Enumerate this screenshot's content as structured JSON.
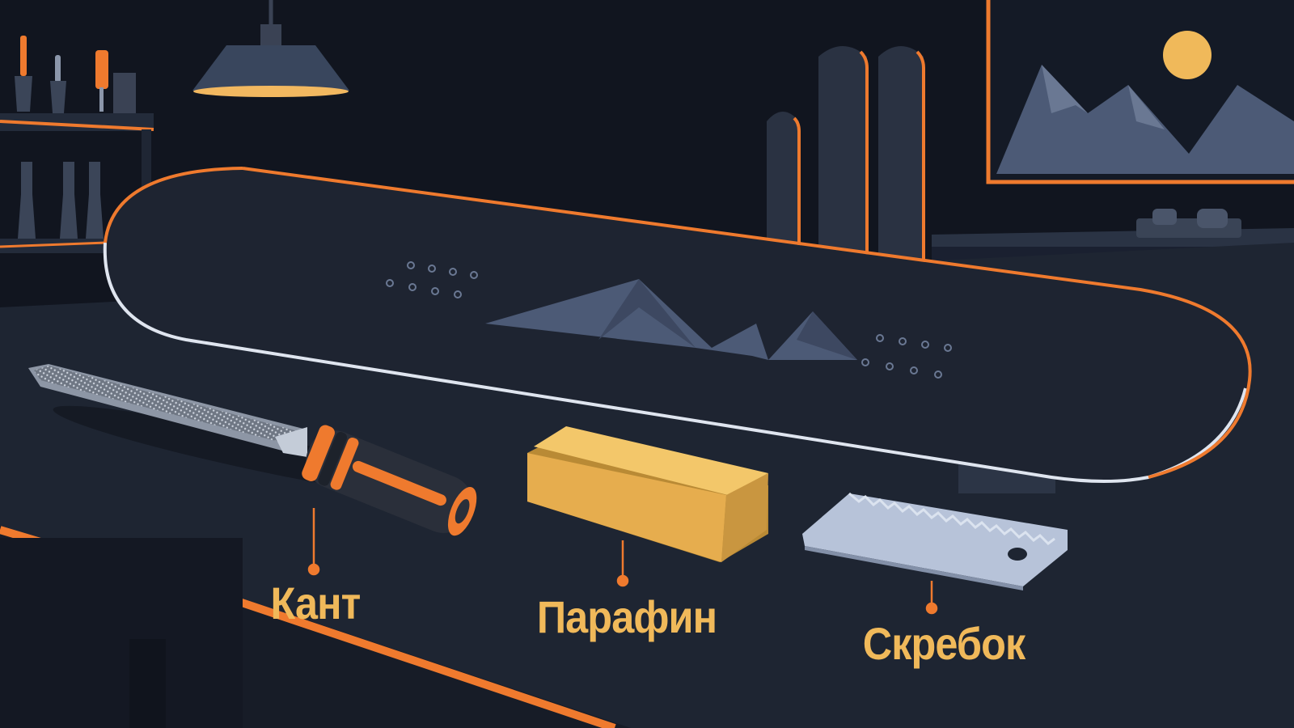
{
  "labels": {
    "edge_file": "Кант",
    "wax": "Парафин",
    "scraper": "Скребок"
  },
  "colors": {
    "background": "#11151f",
    "accent": "#ef7a2e",
    "label": "#f0b95a",
    "wax": "#e6ad4e",
    "steel": "#b7c3d9",
    "board": "#1e2431",
    "mountain": "#4c5a76"
  },
  "icons": [
    "lamp",
    "screwdriver",
    "ski",
    "mountain-picture",
    "snowboard",
    "file",
    "wax-block",
    "scraper",
    "binding"
  ]
}
